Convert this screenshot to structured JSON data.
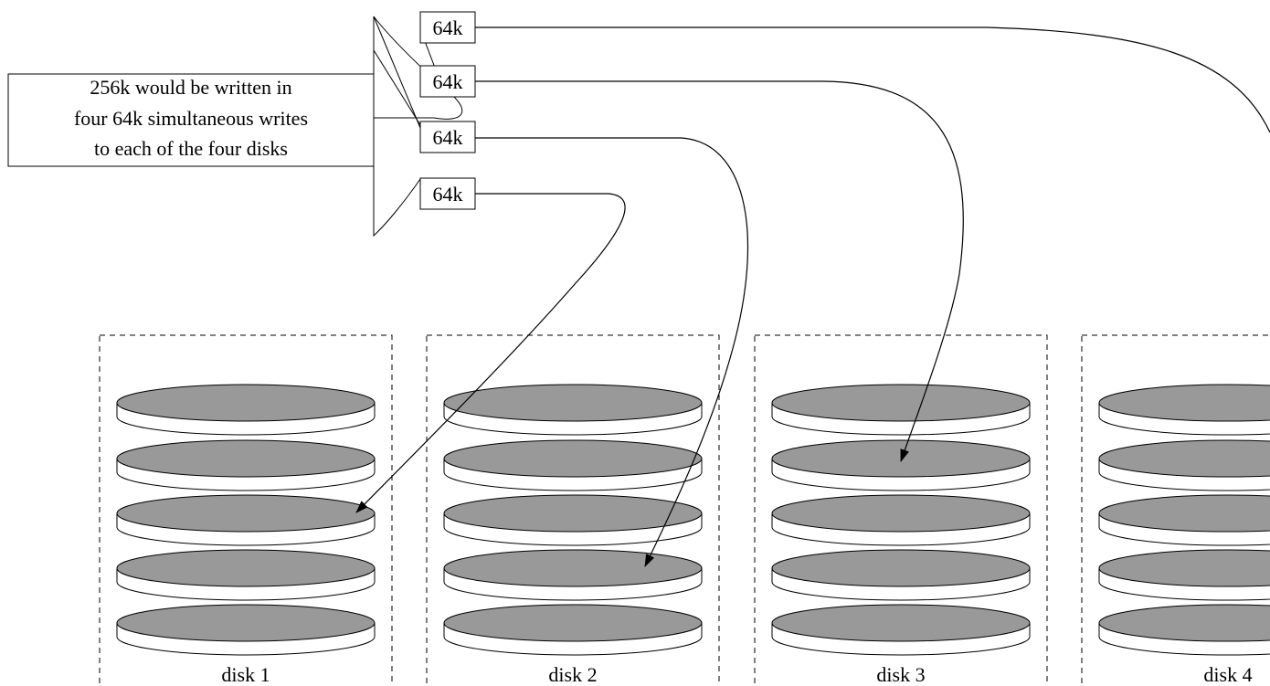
{
  "note": {
    "lines": [
      "256k would be written in",
      "four 64k simultaneous writes",
      "to each of the four disks"
    ]
  },
  "chunks": [
    "64k",
    "64k",
    "64k",
    "64k"
  ],
  "disks": [
    {
      "label": "disk 1",
      "platter_count": 5
    },
    {
      "label": "disk 2",
      "platter_count": 5
    },
    {
      "label": "disk 3",
      "platter_count": 5
    },
    {
      "label": "disk 4",
      "platter_count": 5
    }
  ],
  "colors": {
    "platter_top": "#999999",
    "platter_side": "#ffffff",
    "stroke": "#000000"
  }
}
